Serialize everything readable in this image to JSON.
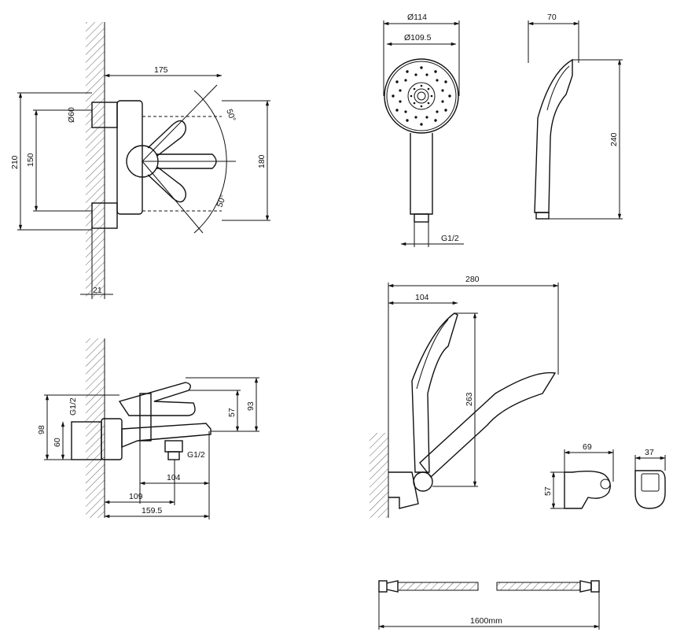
{
  "views": {
    "front": {
      "dims": {
        "width": "175",
        "pipe": "Ø60",
        "h_total": "210",
        "h_inlet": "150",
        "h_body": "180",
        "angle_up": "50°",
        "angle_down": "50°",
        "wall_gap": "21"
      }
    },
    "side": {
      "dims": {
        "thread": "G1/2",
        "h_total": "98",
        "h_inlet": "60",
        "h_body": "93",
        "h_top": "57",
        "outlet_thread": "G1/2",
        "spout": "104",
        "reach_a": "109",
        "reach_b": "159.5"
      }
    },
    "head_front": {
      "dims": {
        "outer_dia": "Ø114",
        "inner_dia": "Ø109.5",
        "thread": "G1/2"
      }
    },
    "head_side": {
      "dims": {
        "depth": "70",
        "length": "240"
      }
    },
    "holder_set": {
      "dims": {
        "total": "280",
        "offset": "104",
        "height": "263"
      }
    },
    "bracket": {
      "dims": {
        "width": "69",
        "height": "57",
        "depth": "37"
      }
    },
    "hose": {
      "dims": {
        "length": "1600mm"
      }
    }
  }
}
